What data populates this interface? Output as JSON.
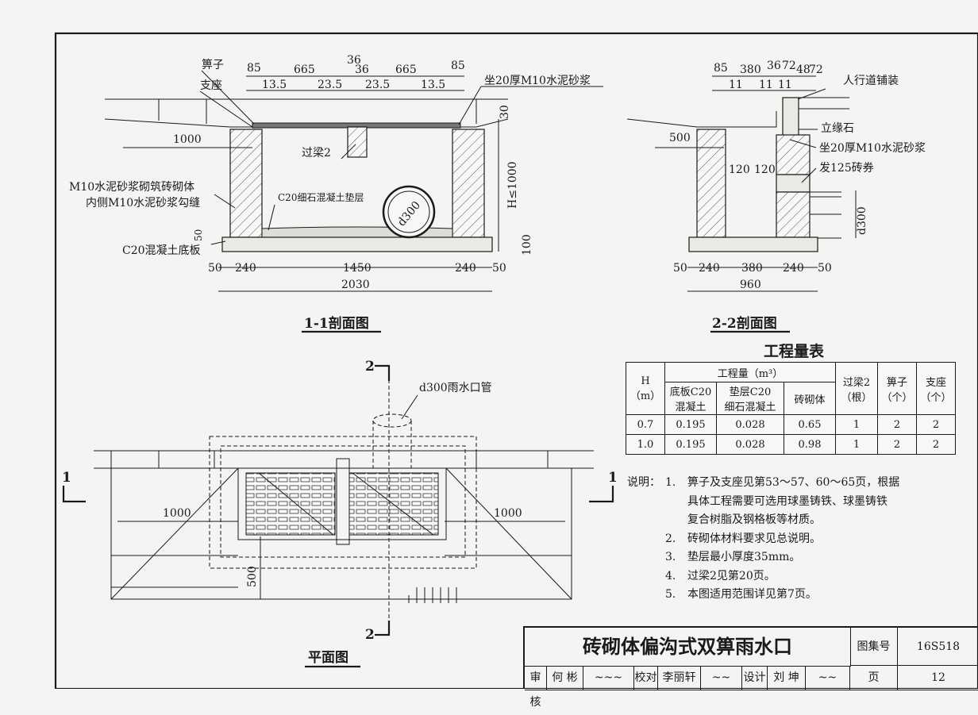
{
  "section_1_1": {
    "title": "1-1剖面图",
    "labels": {
      "grate": "箅子",
      "support": "支座",
      "mortar_seat": "坐20厚M10水泥砂浆",
      "beam": "过梁2",
      "brick_body_1": "M10水泥砂浆砌筑砖砌体",
      "brick_body_2": "内侧M10水泥砂浆勾缝",
      "bedding": "C20细石混凝土垫层",
      "base_slab": "C20混凝土底板",
      "pipe": "d300",
      "height": "H≤1000"
    },
    "dims": {
      "top": [
        "85",
        "665",
        "36",
        "36",
        "665",
        "85"
      ],
      "top2": [
        "13.5",
        "23.5",
        "23.5",
        "13.5"
      ],
      "left_1000": "1000",
      "right": [
        "30",
        "50",
        "100"
      ],
      "bottom": [
        "50",
        "240",
        "1450",
        "240",
        "50"
      ],
      "total": "2030"
    }
  },
  "section_2_2": {
    "title": "2-2剖面图",
    "labels": {
      "paving": "人行道铺装",
      "curb": "立缘石",
      "mortar_seat": "坐20厚M10水泥砂浆",
      "arch": "发125砖券",
      "pipe": "d300"
    },
    "dims": {
      "top": [
        "85",
        "380",
        "36",
        "72",
        "48",
        "72"
      ],
      "top2": [
        "11",
        "11",
        "11"
      ],
      "left_500": "500",
      "inner": [
        "120",
        "120"
      ],
      "bottom": [
        "50",
        "240",
        "380",
        "240",
        "50"
      ],
      "total": "960"
    }
  },
  "plan": {
    "title": "平面图",
    "pipe_label": "d300雨水口管",
    "dims": {
      "left": "1000",
      "right": "1000",
      "side": "500"
    },
    "markers": {
      "sec1_left": "1",
      "sec1_right": "1",
      "sec2_top": "2",
      "sec2_bottom": "2"
    }
  },
  "quantity_table": {
    "title": "工程量表",
    "headers": {
      "h": "H",
      "h_unit": "（m）",
      "quantity_group": "工程量（m³）",
      "base": [
        "底板C20",
        "混凝土"
      ],
      "bedding": [
        "垫层C20",
        "细石混凝土"
      ],
      "brick": "砖砌体",
      "beam": [
        "过梁2",
        "（根）"
      ],
      "grate": [
        "箅子",
        "（个）"
      ],
      "support": [
        "支座",
        "（个）"
      ]
    },
    "rows": [
      [
        "0.7",
        "0.195",
        "0.028",
        "0.65",
        "1",
        "2",
        "2"
      ],
      [
        "1.0",
        "0.195",
        "0.028",
        "0.98",
        "1",
        "2",
        "2"
      ]
    ]
  },
  "notes": {
    "prefix": "说明：",
    "items": [
      {
        "num": "1.",
        "lines": [
          "箅子及支座见第53～57、60～65页，根据",
          "具体工程需要可选用球墨铸铁、球墨铸铁",
          "复合树脂及钢格板等材质。"
        ]
      },
      {
        "num": "2.",
        "lines": [
          "砖砌体材料要求见总说明。"
        ]
      },
      {
        "num": "3.",
        "lines": [
          "垫层最小厚度35mm。"
        ]
      },
      {
        "num": "4.",
        "lines": [
          "过梁2见第20页。"
        ]
      },
      {
        "num": "5.",
        "lines": [
          "本图适用范围详见第7页。"
        ]
      }
    ]
  },
  "title_block": {
    "drawing_title": "砖砌体偏沟式双箅雨水口",
    "atlas_label": "图集号",
    "atlas_no": "16S518",
    "review_label": "审核",
    "reviewer": "何 彬",
    "check_label": "校对",
    "checker": "李丽轩",
    "design_label": "设计",
    "designer": "刘 坤",
    "page_label": "页",
    "page_no": "12"
  }
}
